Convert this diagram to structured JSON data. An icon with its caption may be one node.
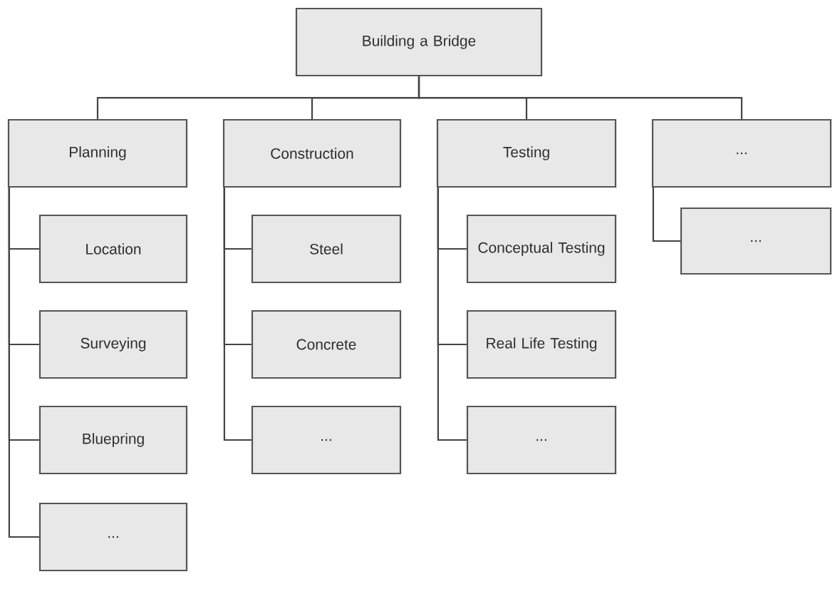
{
  "diagram": {
    "nodes": [
      {
        "text": [
          "Building a Bridge"
        ]
      },
      {
        "text": [
          "Planning"
        ]
      },
      {
        "text": [
          "Location"
        ]
      },
      {
        "text": [
          "Surveying"
        ]
      },
      {
        "text": [
          "Bluepring"
        ]
      },
      {
        "text": [
          "..."
        ]
      },
      {
        "text": [
          "Construction"
        ]
      },
      {
        "text": [
          "Steel"
        ]
      },
      {
        "text": [
          "Concrete"
        ]
      },
      {
        "text": [
          "..."
        ]
      },
      {
        "text": [
          "Testing"
        ]
      },
      {
        "text": [
          "Conceptual Testing"
        ]
      },
      {
        "text": [
          "Real Life Testing"
        ]
      },
      {
        "text": [
          "..."
        ]
      },
      {
        "text": [
          "..."
        ]
      },
      {
        "text": [
          "..."
        ]
      }
    ],
    "edges": [
      {
        "from": 0,
        "to": 1,
        "arrow": "none"
      },
      {
        "from": 0,
        "to": 6,
        "arrow": "none"
      },
      {
        "from": 0,
        "to": 10,
        "arrow": "none"
      },
      {
        "from": 0,
        "to": 14,
        "arrow": "none"
      },
      {
        "from": 1,
        "to": 2,
        "arrow": "none"
      },
      {
        "from": 1,
        "to": 3,
        "arrow": "none"
      },
      {
        "from": 1,
        "to": 4,
        "arrow": "none"
      },
      {
        "from": 1,
        "to": 5,
        "arrow": "none"
      },
      {
        "from": 6,
        "to": 7,
        "arrow": "none"
      },
      {
        "from": 6,
        "to": 8,
        "arrow": "none"
      },
      {
        "from": 6,
        "to": 9,
        "arrow": "none"
      },
      {
        "from": 10,
        "to": 11,
        "arrow": "none"
      },
      {
        "from": 10,
        "to": 12,
        "arrow": "none"
      },
      {
        "from": 10,
        "to": 13,
        "arrow": "none"
      },
      {
        "from": 14,
        "to": 15,
        "arrow": "none"
      }
    ]
  }
}
